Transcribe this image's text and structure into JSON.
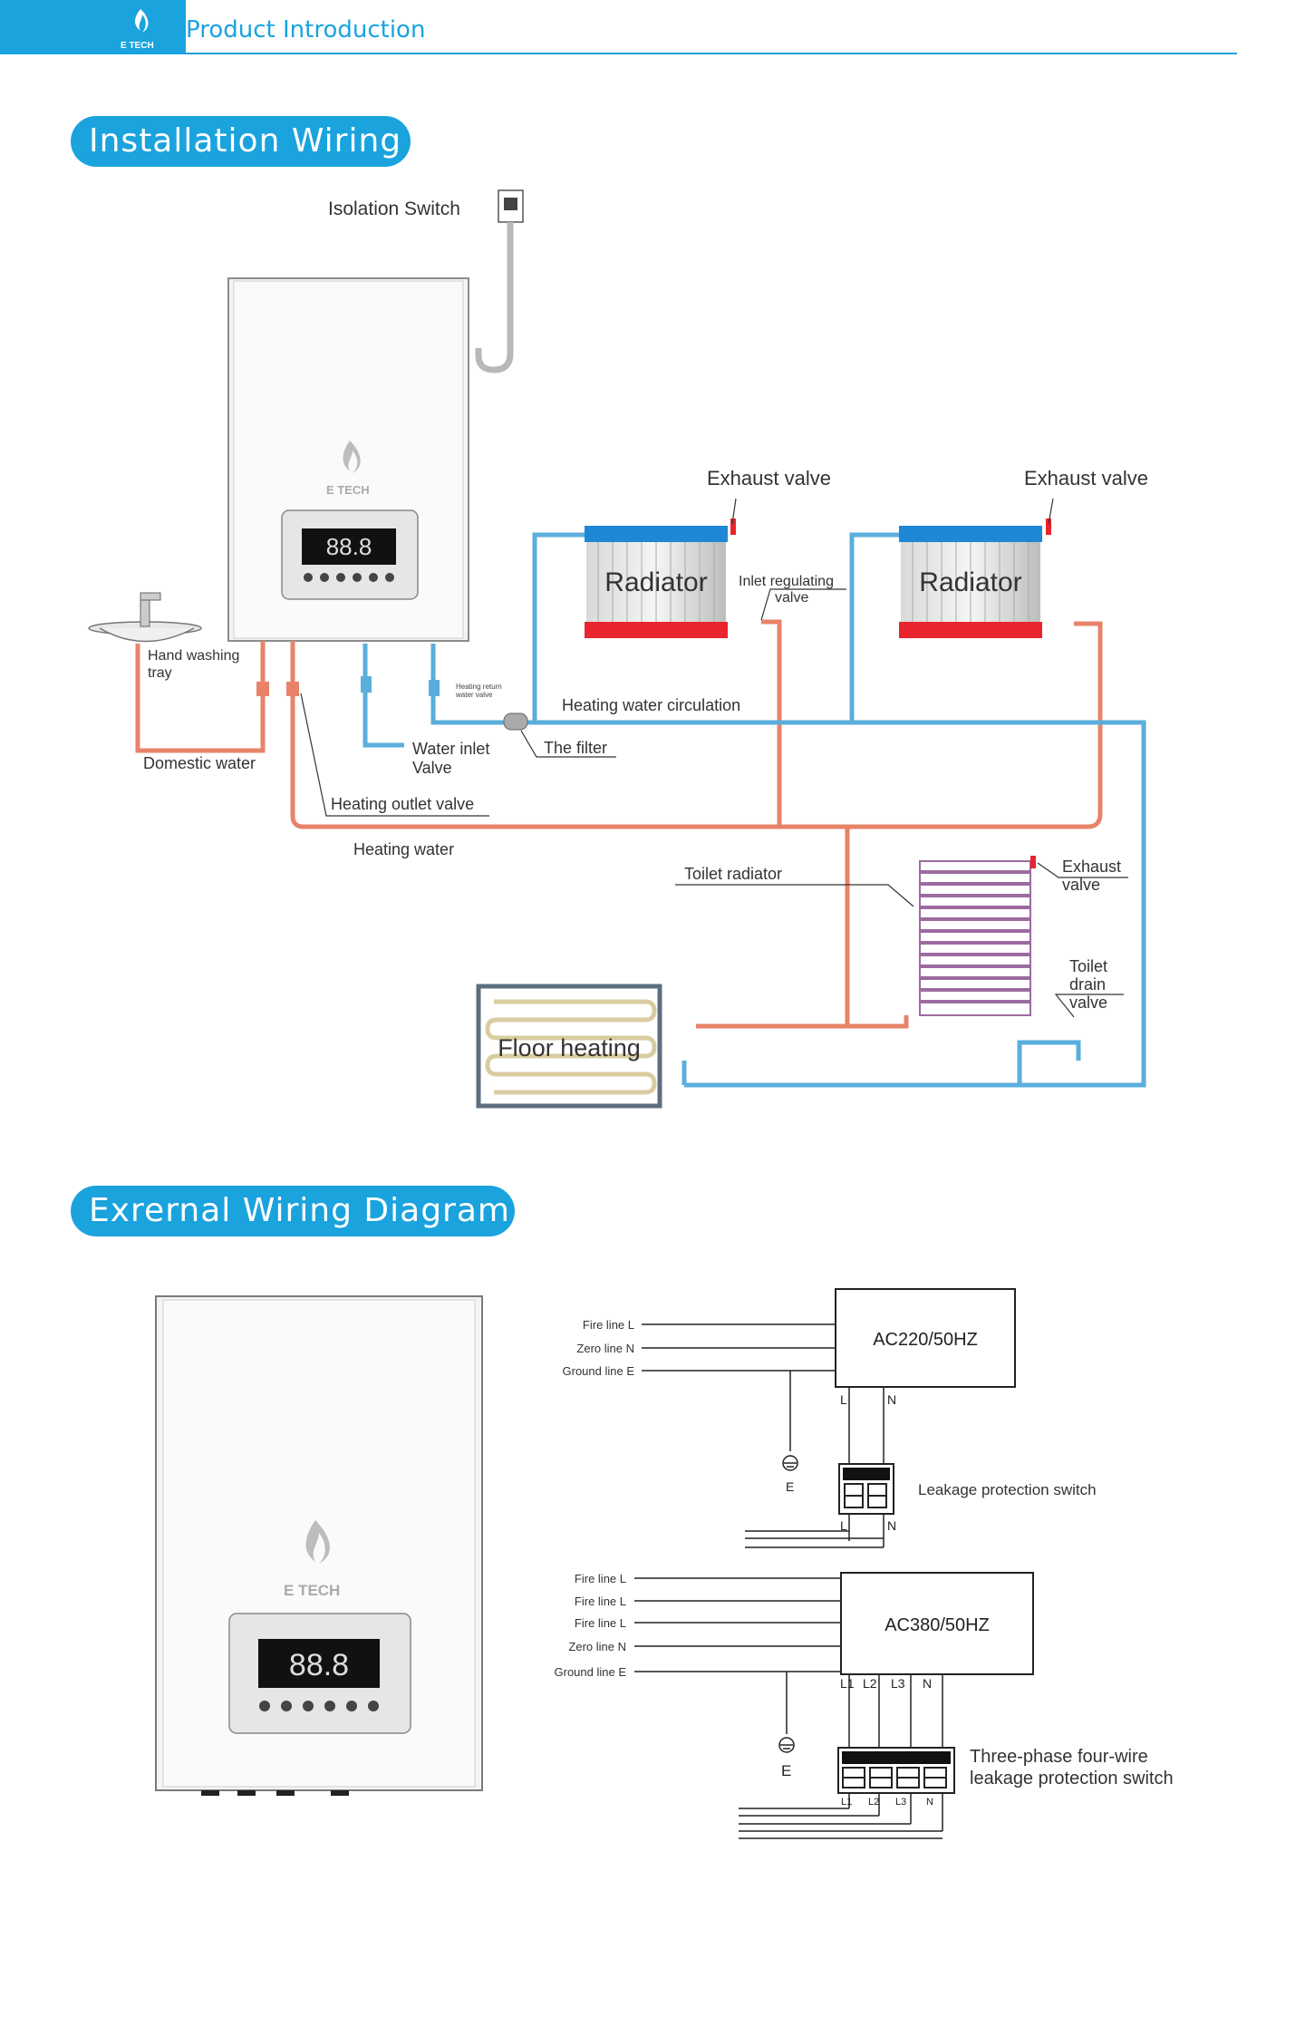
{
  "header": {
    "logo_text": "E TECH",
    "title": "Product Introduction"
  },
  "section1": {
    "title": "Installation  Wiring",
    "labels": {
      "isolation_switch": "Isolation Switch",
      "brand": "E TECH",
      "exhaust_valve_1": "Exhaust valve",
      "exhaust_valve_2": "Exhaust valve",
      "radiator_1": "Radiator",
      "radiator_2": "Radiator",
      "inlet_regulating_1": "Inlet regulating",
      "inlet_regulating_2": "valve",
      "hand_washing_1": "Hand washing",
      "hand_washing_2": "tray",
      "heating_return_1": "Heating return",
      "heating_return_2": "water valve",
      "heating_water_circulation": "Heating water circulation",
      "water_inlet_1": "Water inlet",
      "water_inlet_2": "Valve",
      "the_filter": "The filter",
      "domestic_water": "Domestic water",
      "heating_outlet_valve": "Heating outlet valve",
      "heating_water": "Heating water",
      "toilet_radiator": "Toilet radiator",
      "exhaust_3a": "Exhaust",
      "exhaust_3b": "valve",
      "toilet_drain_1": "Toilet",
      "toilet_drain_2": "drain",
      "toilet_drain_3": "valve",
      "floor_heating": "Floor heating"
    }
  },
  "section2": {
    "title": "Exrernal Wiring Diagram",
    "brand": "E TECH",
    "single_phase": {
      "lines": [
        "Fire line L",
        "Zero line N",
        "Ground line E"
      ],
      "supply": "AC220/50HZ",
      "terminal_top": [
        "L",
        "N"
      ],
      "terminal_bottom": [
        "L",
        "N"
      ],
      "ground": "E",
      "switch_label": "Leakage protection switch"
    },
    "three_phase": {
      "lines": [
        "Fire line L",
        "Fire line L",
        "Fire line L",
        "Zero line N",
        "Ground line E"
      ],
      "supply": "AC380/50HZ",
      "terminal_top": [
        "L1",
        "L2",
        "L3",
        "N"
      ],
      "terminal_bottom": [
        "L1",
        "L2",
        "L3",
        "N"
      ],
      "ground": "E",
      "switch_label_1": "Three-phase four-wire",
      "switch_label_2": "leakage protection switch"
    }
  },
  "colors": {
    "accent": "#1aa3dd",
    "hot_pipe": "#e8836a",
    "cold_pipe": "#5aaedc",
    "radiator_red": "#e8242e",
    "radiator_blue": "#1e88d6"
  }
}
